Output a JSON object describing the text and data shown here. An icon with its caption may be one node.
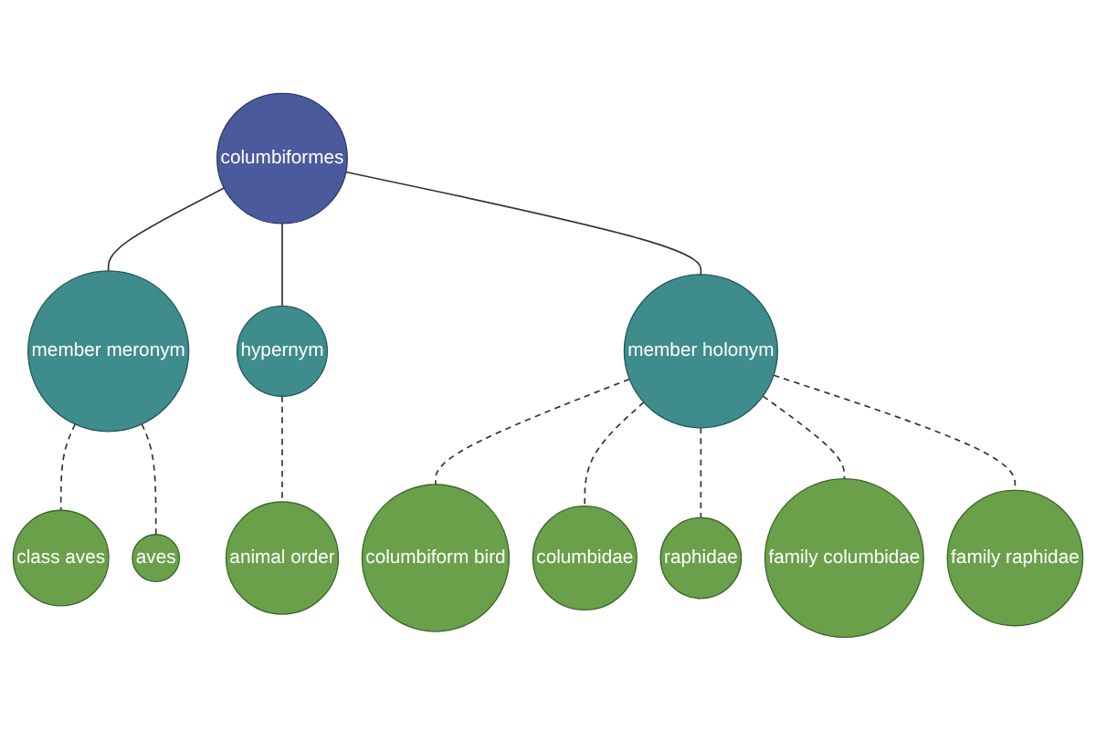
{
  "diagram": {
    "nodes": [
      {
        "text": [
          "columbiformes"
        ]
      },
      {
        "text": [
          "member meronym"
        ]
      },
      {
        "text": [
          "hypernym"
        ]
      },
      {
        "text": [
          "member holonym"
        ]
      },
      {
        "text": [
          "class aves"
        ]
      },
      {
        "text": [
          "aves"
        ]
      },
      {
        "text": [
          "animal order"
        ]
      },
      {
        "text": [
          "columbiform bird"
        ]
      },
      {
        "text": [
          "columbidae"
        ]
      },
      {
        "text": [
          "raphidae"
        ]
      },
      {
        "text": [
          "family columbidae"
        ]
      },
      {
        "text": [
          "family raphidae"
        ]
      }
    ],
    "edges": [
      {
        "from": 0,
        "to": 1,
        "arrow": "none"
      },
      {
        "from": 0,
        "to": 2,
        "arrow": "none"
      },
      {
        "from": 0,
        "to": 3,
        "arrow": "none"
      },
      {
        "from": 1,
        "to": 4,
        "arrow": "none",
        "style": "dashed"
      },
      {
        "from": 1,
        "to": 5,
        "arrow": "none",
        "style": "dashed"
      },
      {
        "from": 2,
        "to": 6,
        "arrow": "none",
        "style": "dashed"
      },
      {
        "from": 3,
        "to": 7,
        "arrow": "none",
        "style": "dashed"
      },
      {
        "from": 3,
        "to": 8,
        "arrow": "none",
        "style": "dashed"
      },
      {
        "from": 3,
        "to": 9,
        "arrow": "none",
        "style": "dashed"
      },
      {
        "from": 3,
        "to": 10,
        "arrow": "none",
        "style": "dashed"
      },
      {
        "from": 3,
        "to": 11,
        "arrow": "none",
        "style": "dashed"
      }
    ]
  }
}
